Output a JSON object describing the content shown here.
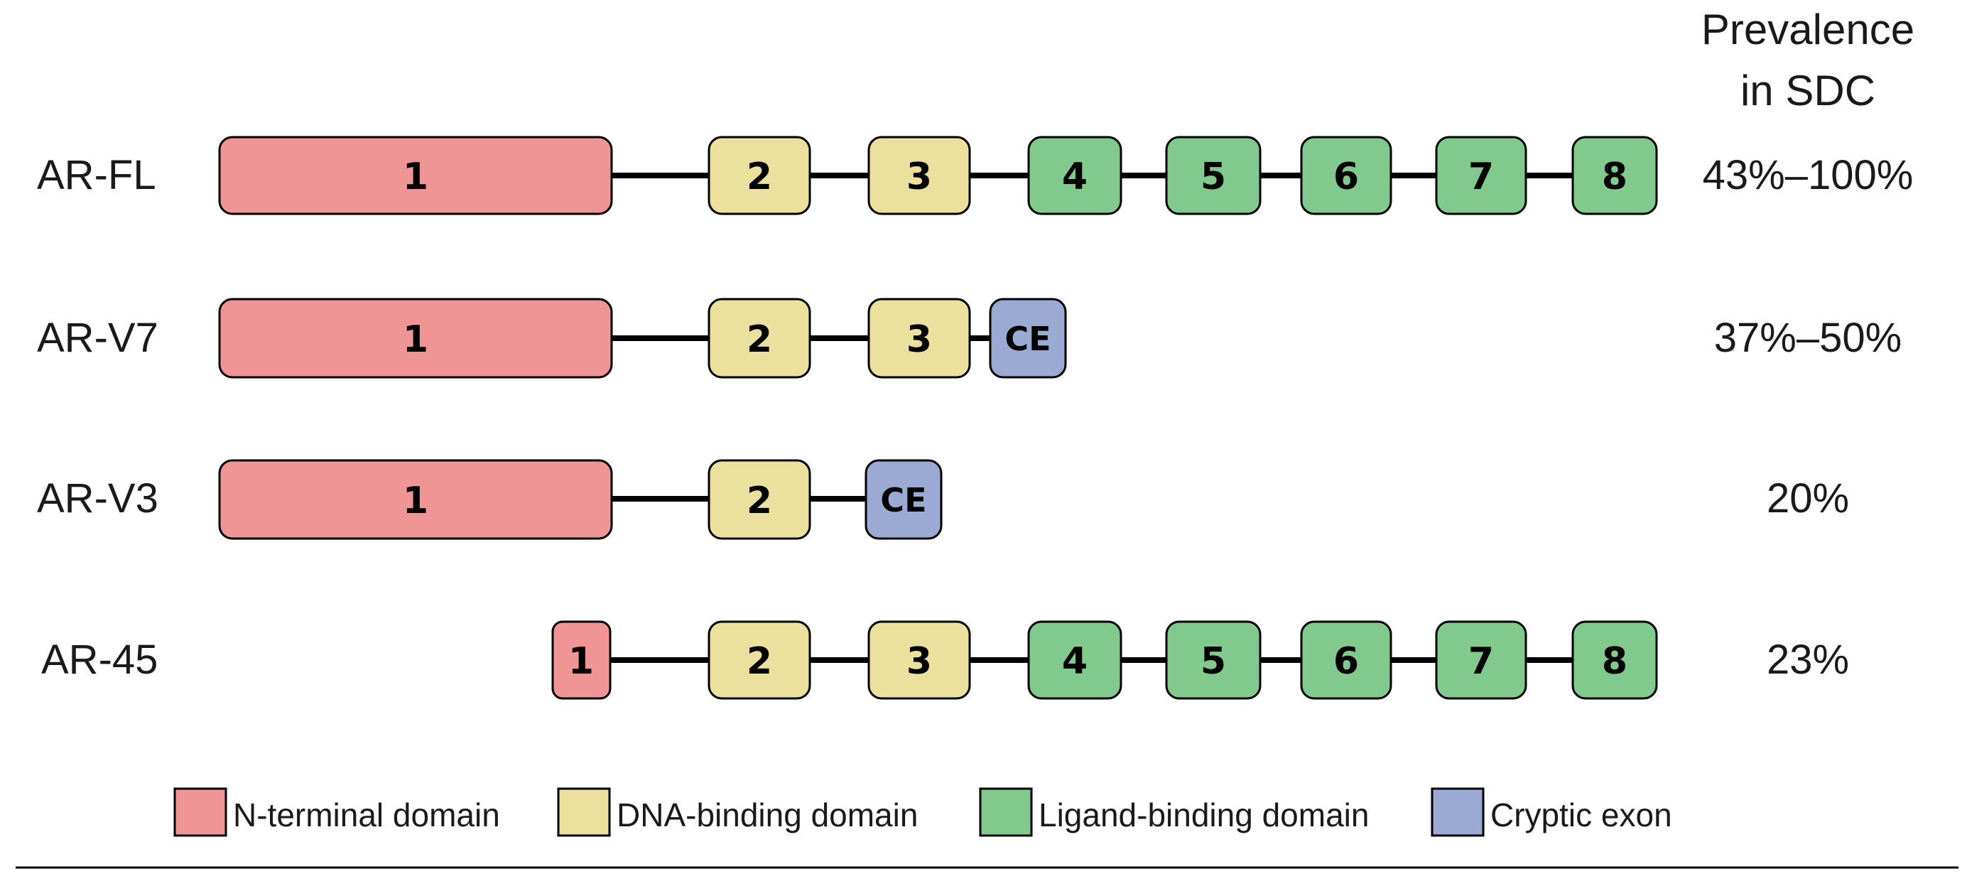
{
  "header": {
    "prevalence_line1": "Prevalence",
    "prevalence_line2": "in SDC"
  },
  "colors": {
    "ntd": "#f09595",
    "dbd": "#ebe09e",
    "lbd": "#82c98e",
    "ce": "#9aaad2",
    "stroke": "#000000"
  },
  "isoforms": [
    {
      "name": "AR-FL",
      "prevalence": "43%–100%",
      "exons": [
        {
          "label": "1",
          "domain": "ntd"
        },
        {
          "label": "2",
          "domain": "dbd"
        },
        {
          "label": "3",
          "domain": "dbd"
        },
        {
          "label": "4",
          "domain": "lbd"
        },
        {
          "label": "5",
          "domain": "lbd"
        },
        {
          "label": "6",
          "domain": "lbd"
        },
        {
          "label": "7",
          "domain": "lbd"
        },
        {
          "label": "8",
          "domain": "lbd"
        }
      ]
    },
    {
      "name": "AR-V7",
      "prevalence": "37%–50%",
      "exons": [
        {
          "label": "1",
          "domain": "ntd"
        },
        {
          "label": "2",
          "domain": "dbd"
        },
        {
          "label": "3",
          "domain": "dbd"
        },
        {
          "label": "CE",
          "domain": "ce"
        }
      ]
    },
    {
      "name": "AR-V3",
      "prevalence": "20%",
      "exons": [
        {
          "label": "1",
          "domain": "ntd"
        },
        {
          "label": "2",
          "domain": "dbd"
        },
        {
          "label": "CE",
          "domain": "ce"
        }
      ]
    },
    {
      "name": "AR-45",
      "prevalence": "23%",
      "exons": [
        {
          "label": "1",
          "domain": "ntd"
        },
        {
          "label": "2",
          "domain": "dbd"
        },
        {
          "label": "3",
          "domain": "dbd"
        },
        {
          "label": "4",
          "domain": "lbd"
        },
        {
          "label": "5",
          "domain": "lbd"
        },
        {
          "label": "6",
          "domain": "lbd"
        },
        {
          "label": "7",
          "domain": "lbd"
        },
        {
          "label": "8",
          "domain": "lbd"
        }
      ]
    }
  ],
  "legend": [
    {
      "domain": "ntd",
      "label": "N-terminal domain"
    },
    {
      "domain": "dbd",
      "label": "DNA-binding domain"
    },
    {
      "domain": "lbd",
      "label": "Ligand-binding domain"
    },
    {
      "domain": "ce",
      "label": "Cryptic exon"
    }
  ]
}
